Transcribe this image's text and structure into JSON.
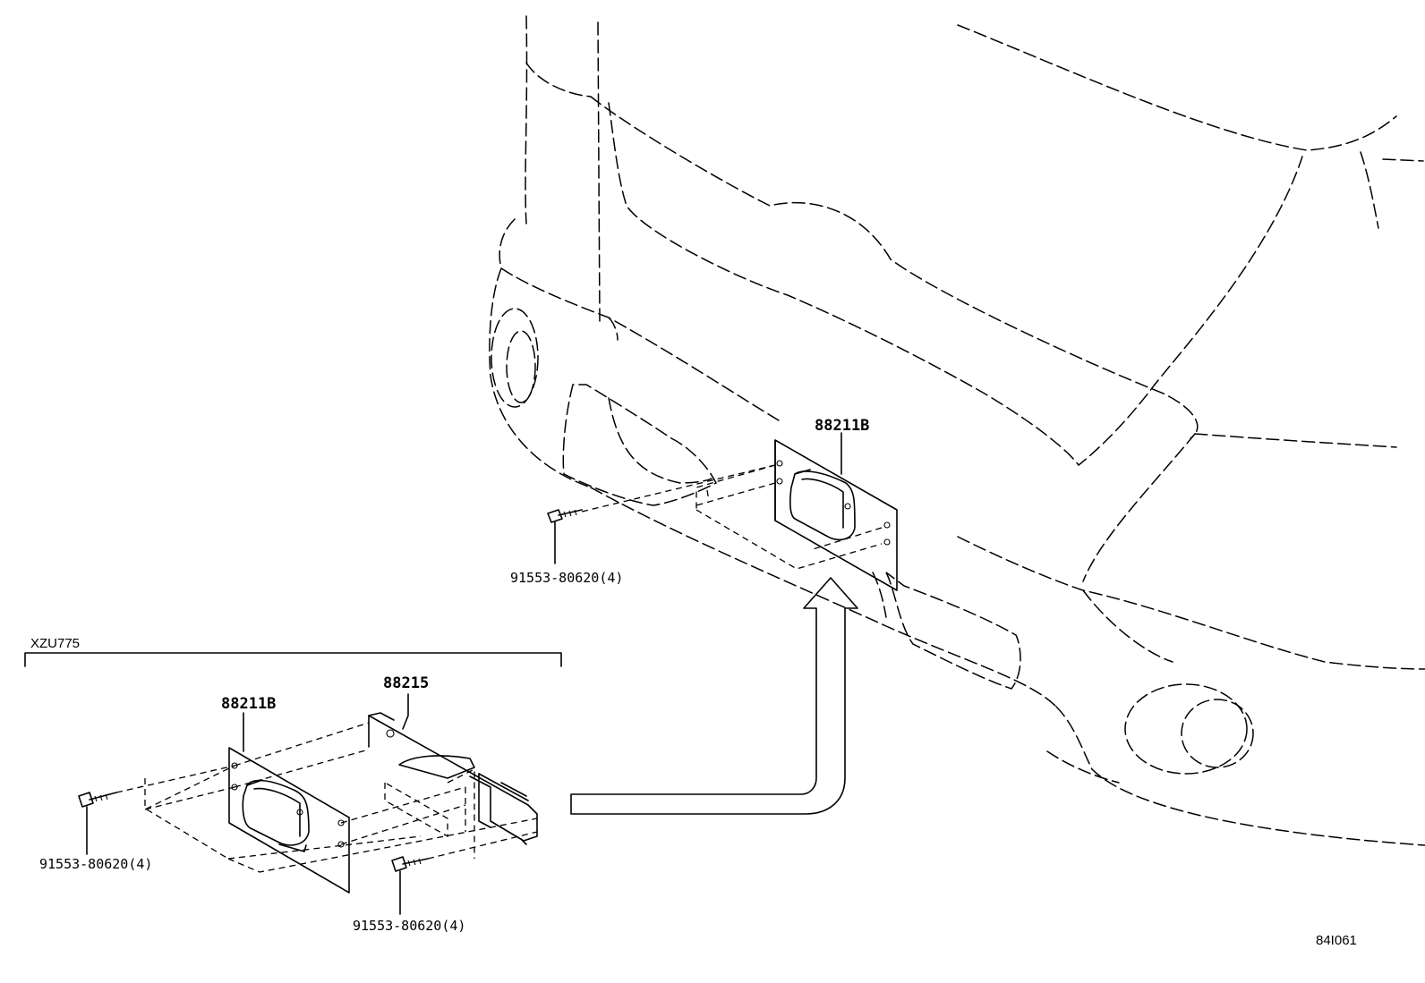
{
  "labels": {
    "sensor_top": "88211B",
    "screw_top": "91553-80620(4)",
    "group_code": "XZU775",
    "sensor_detail": "88211B",
    "bracket_detail": "88215",
    "screw_left": "91553-80620(4)",
    "screw_bottom": "91553-80620(4)",
    "figure_code": "84I061"
  }
}
